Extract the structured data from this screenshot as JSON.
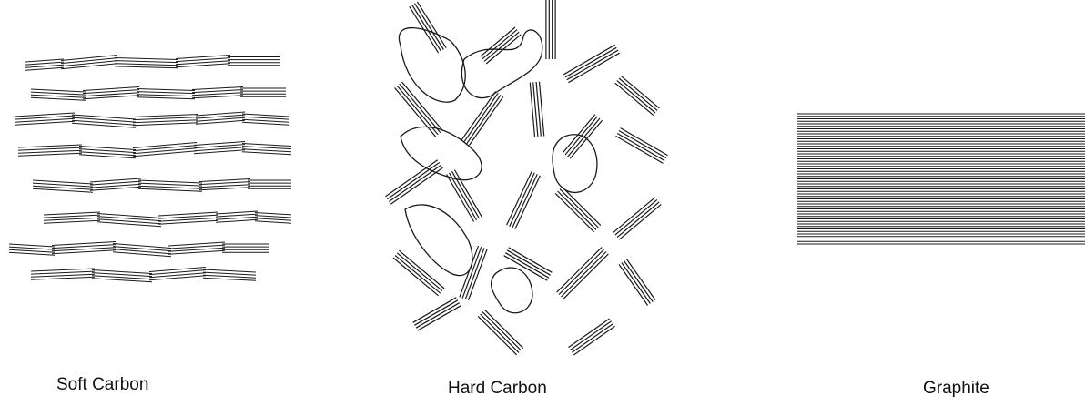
{
  "panels": [
    {
      "id": "soft",
      "label": "Soft Carbon"
    },
    {
      "id": "hard",
      "label": "Hard Carbon"
    },
    {
      "id": "graphite",
      "label": "Graphite"
    }
  ],
  "colors": {
    "line": "#1a1a1a",
    "background": "#ffffff"
  }
}
